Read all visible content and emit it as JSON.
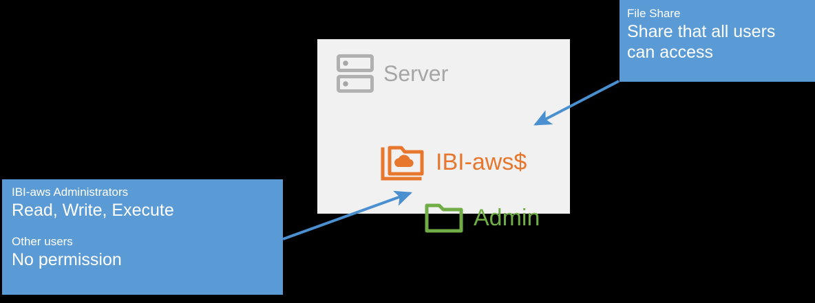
{
  "diagram": {
    "title": "Server file share permissions diagram",
    "colors": {
      "background": "#000000",
      "panel": "#F1F1F1",
      "callout_blue": "#5B9BD5",
      "arrow_blue": "#4A90D0",
      "server_gray": "#A6A6A6",
      "share_orange": "#E8772E",
      "admin_green": "#70AD47",
      "callout_text": "#FFFFFF"
    }
  },
  "server_panel": {
    "server": {
      "icon": "server-rack-icon",
      "label": "Server"
    },
    "share": {
      "icon": "shared-cloud-folder-icon",
      "label": "IBI-aws$"
    },
    "admin": {
      "icon": "folder-icon",
      "label": "Admin"
    }
  },
  "callouts": {
    "file_share": {
      "heading": "File Share",
      "body": "Share that all users can access",
      "body_line1": "Share that all users",
      "body_line2": "can access"
    },
    "permissions": {
      "group1_heading": "IBI-aws Administrators",
      "group1_value": "Read, Write, Execute",
      "group2_heading": "Other users",
      "group2_value": "No permission"
    }
  },
  "arrows": [
    {
      "name": "arrow-fileshare-to-share",
      "from": "file-share-callout",
      "to": "IBI-aws$"
    },
    {
      "name": "arrow-permissions-to-admin",
      "from": "permissions-callout",
      "to": "Admin"
    }
  ]
}
